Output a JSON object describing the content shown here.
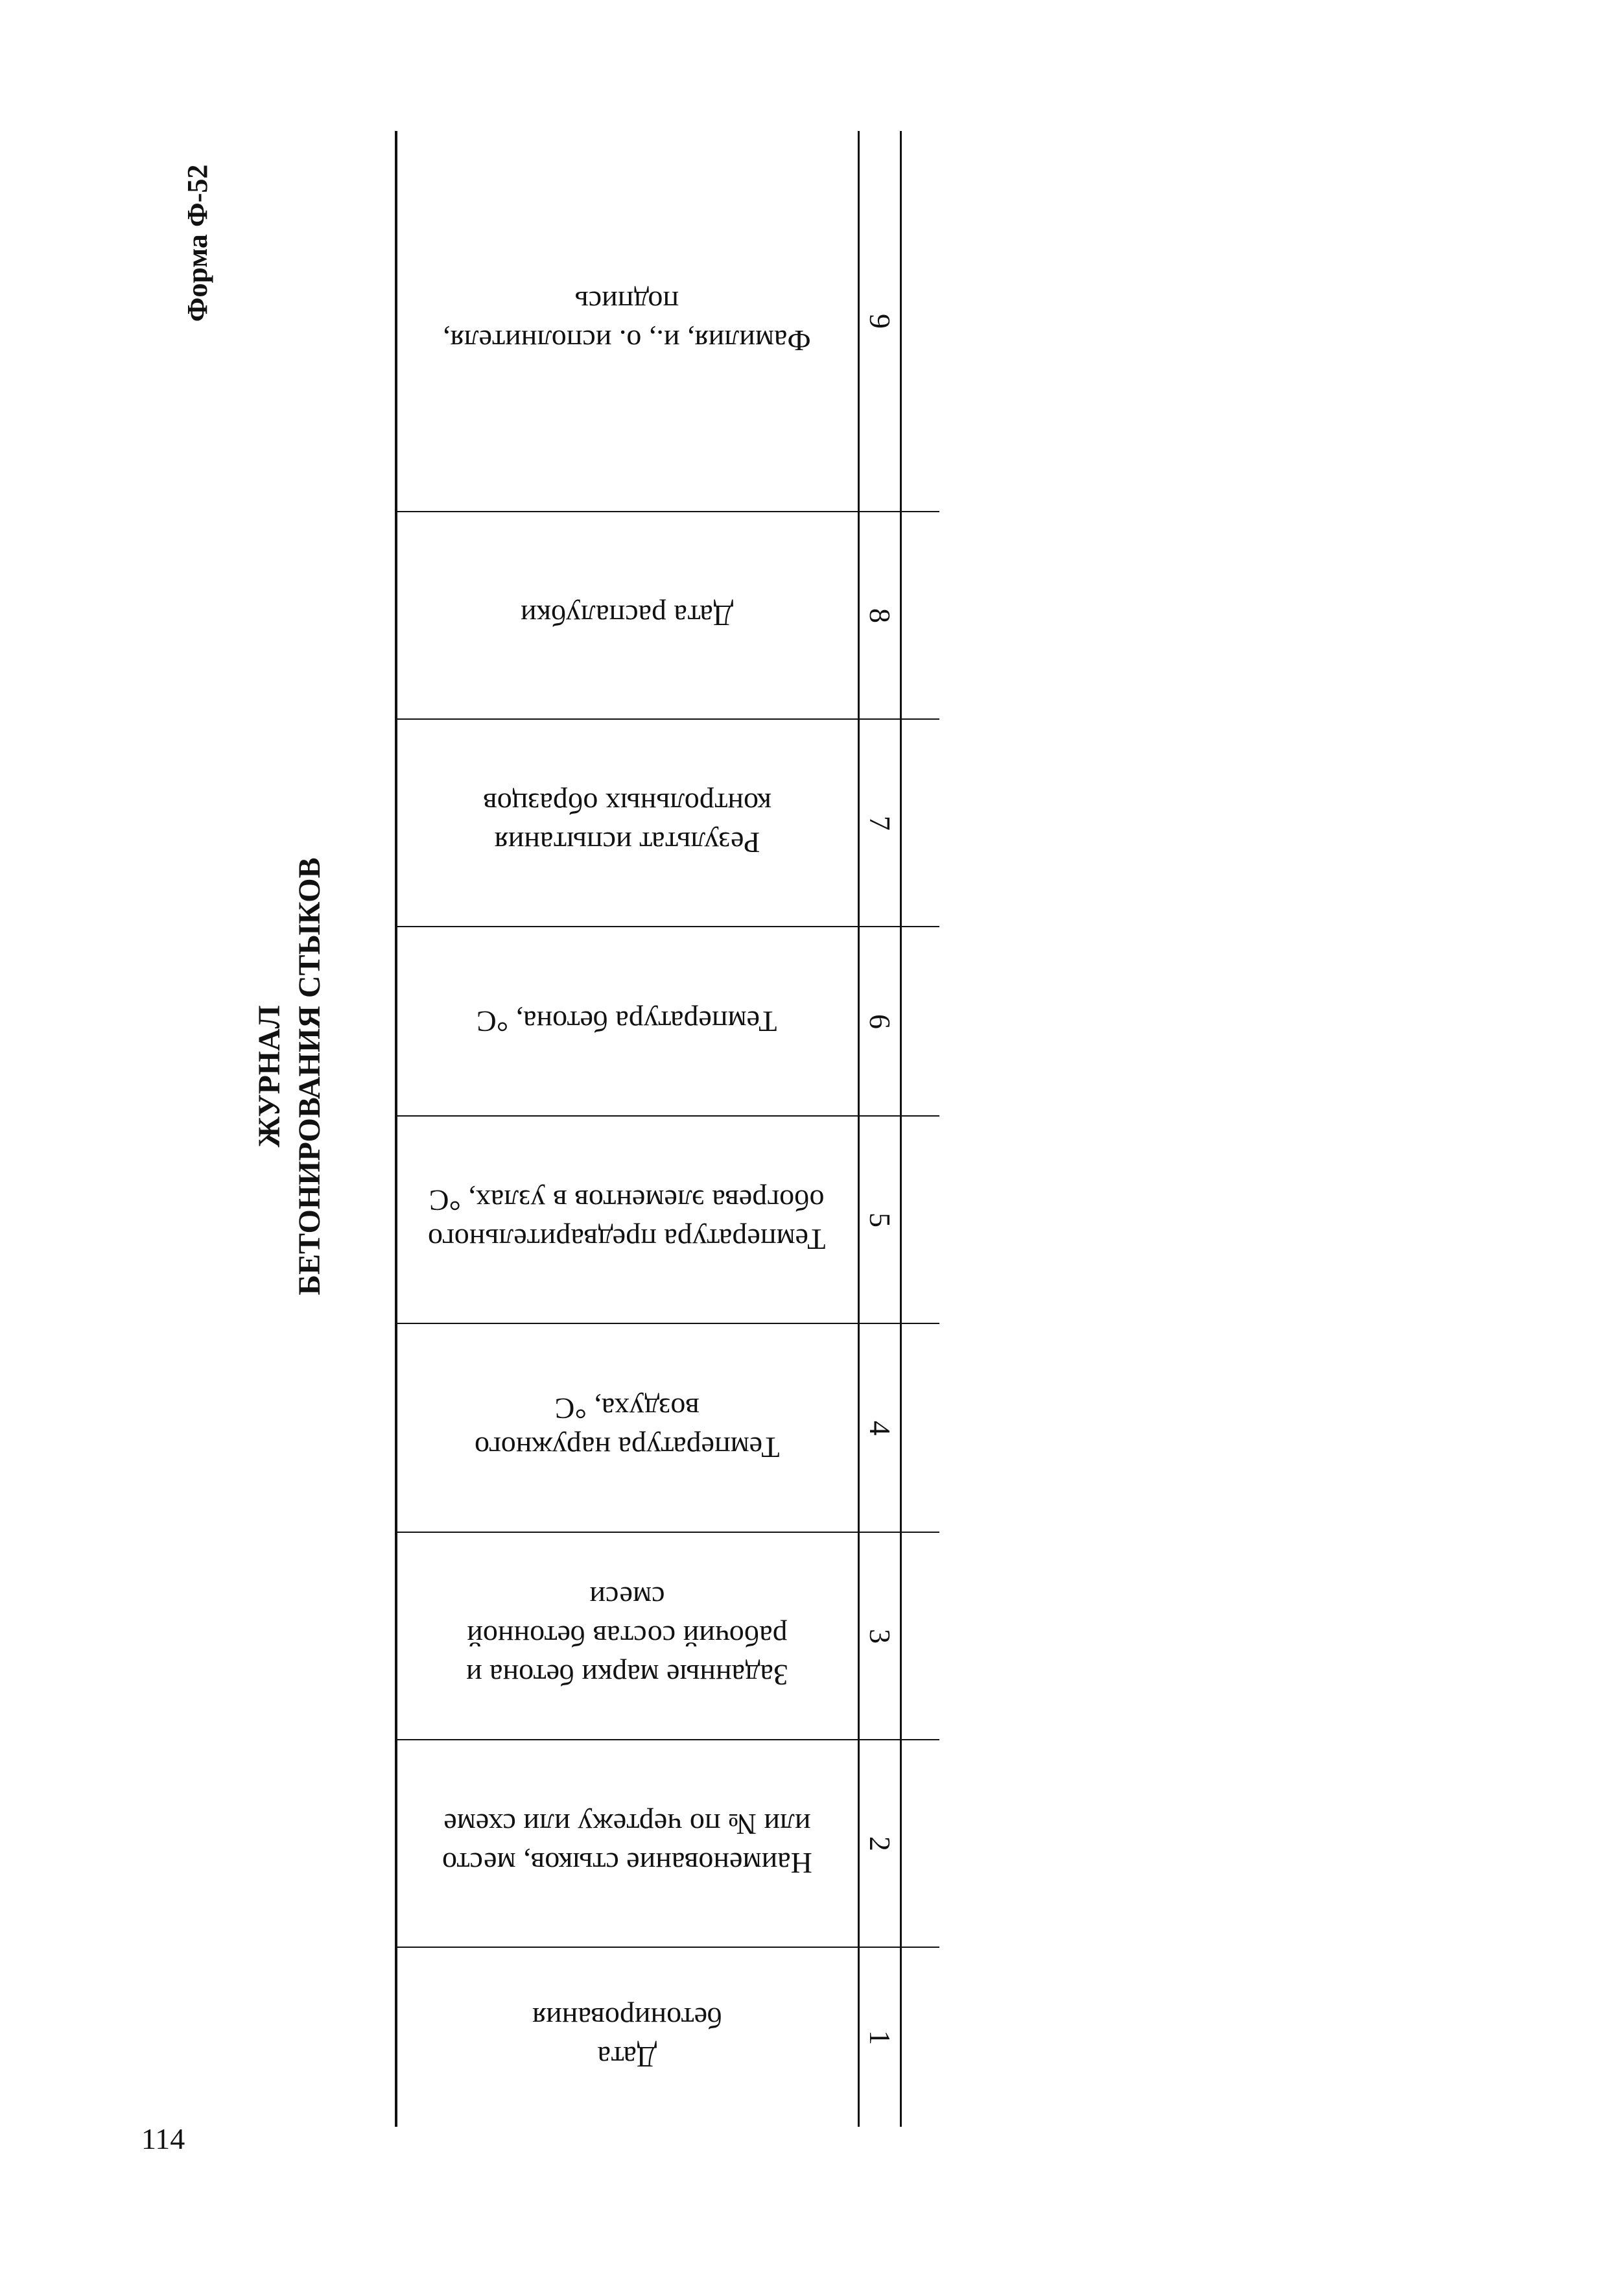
{
  "page_number": "114",
  "form_code": "Форма Ф-52",
  "title": {
    "line1": "ЖУРНАЛ",
    "line2": "БЕТОНИРОВАНИЯ СТЫКОВ"
  },
  "columns": [
    {
      "number": "9",
      "header": "Фамилия, и., о. исполнителя,\nподпись"
    },
    {
      "number": "8",
      "header": "Дата распалубки"
    },
    {
      "number": "7",
      "header": "Результат испытания\nконтрольных образцов"
    },
    {
      "number": "6",
      "header": "Температура бетона, °С"
    },
    {
      "number": "5",
      "header": "Температура предварительного\nобогрева элементов в узлах, °С"
    },
    {
      "number": "4",
      "header": "Температура наружного\nвоздуха, °С"
    },
    {
      "number": "3",
      "header": "Заданные марки бетона и\nрабочий состав бетонной\nсмеси"
    },
    {
      "number": "2",
      "header": "Наименование стыков, место\nили № по чертежу или схеме"
    },
    {
      "number": "1",
      "header": "Дата\nбетонирования"
    }
  ]
}
